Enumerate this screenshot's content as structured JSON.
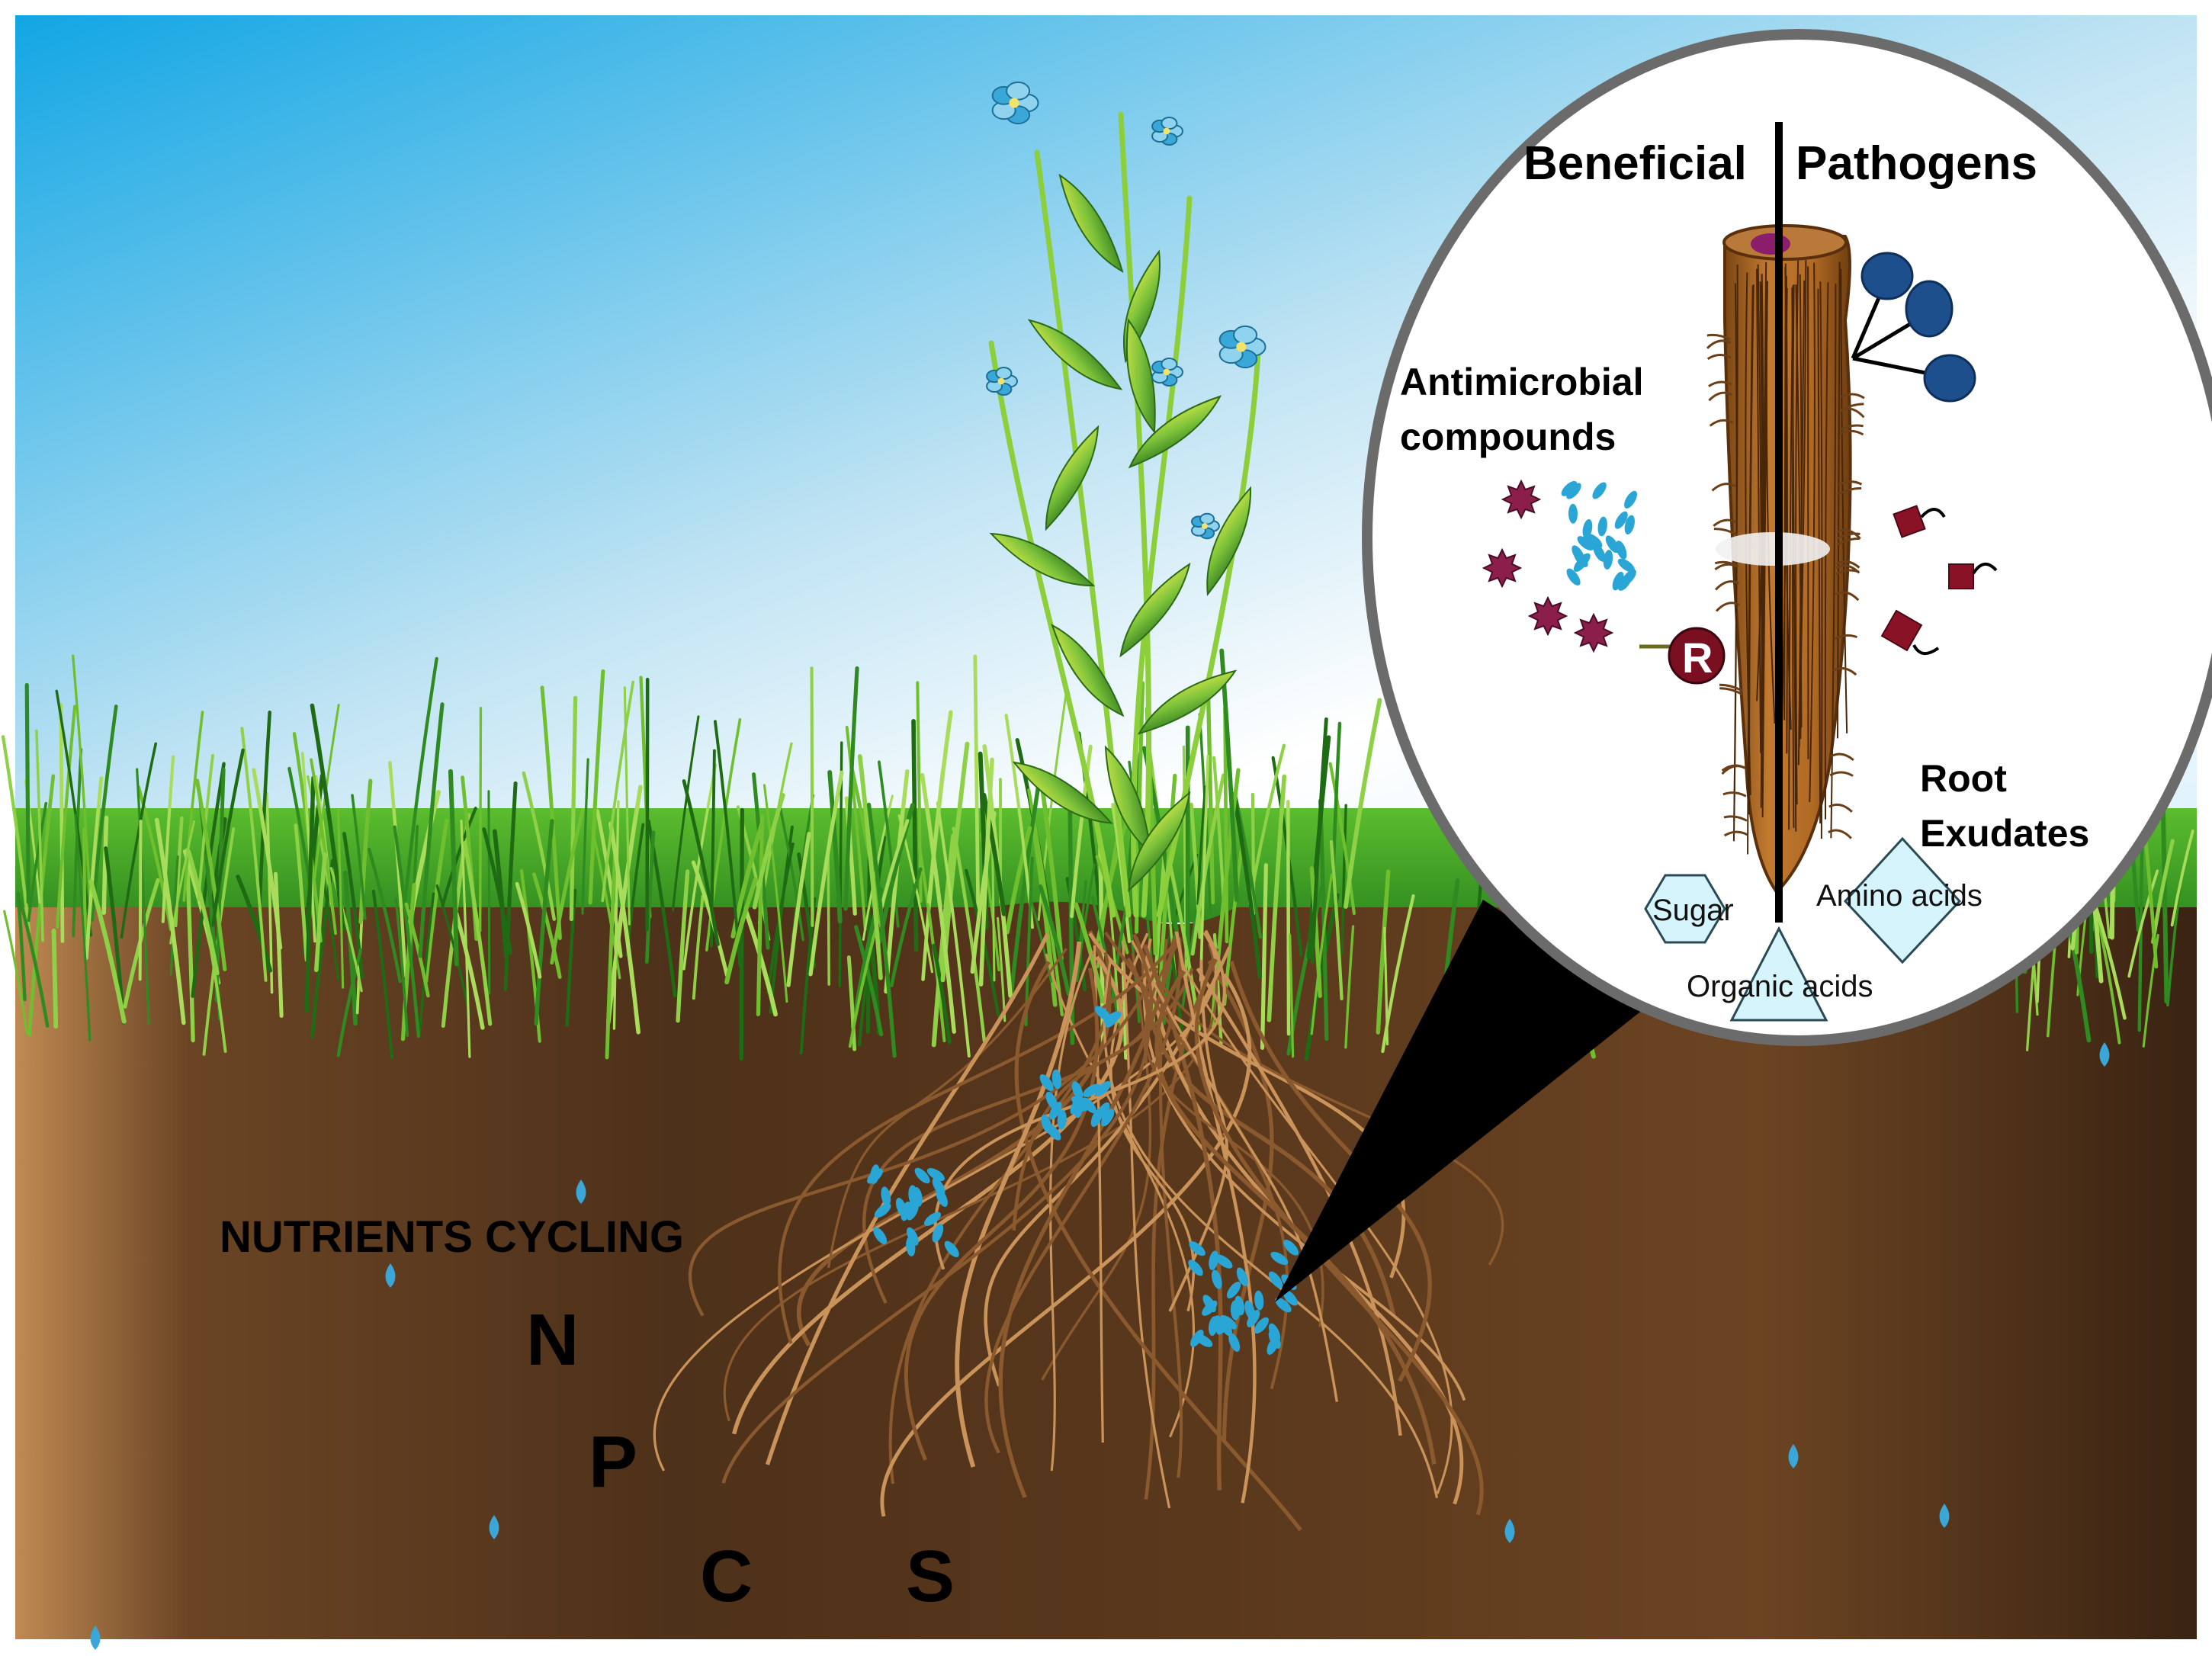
{
  "soil_panel": {
    "title": "NUTRIENTS CYCLING",
    "elements": [
      "N",
      "P",
      "C",
      "S"
    ]
  },
  "zoom_panel": {
    "left_heading": "Beneficial",
    "right_heading": "Pathogens",
    "antimicrobial_line1": "Antimicrobial",
    "antimicrobial_line2": "compounds",
    "receptor_label": "R",
    "exudates_line1": "Root",
    "exudates_line2": "Exudates",
    "sugar": "Sugar",
    "amino_acids": "Amino acids",
    "organic_acids": "Organic acids"
  },
  "colors": {
    "sky_top": "#1aa9e6",
    "sky_bottom": "#ffffff",
    "grass": "#3f9b2a",
    "soil": "#5a3a1e",
    "microbe": "#2aa6d6",
    "antimicrobial": "#8b1e4a",
    "pathogen": "#1f4f8f",
    "root": "#b5722e"
  },
  "icons": [
    "plant-icon",
    "flower-icon",
    "root-system-icon",
    "microbe-icon",
    "water-drop-icon",
    "star-molecule-icon",
    "receptor-icon",
    "pathogen-cell-icon",
    "hexagon-icon",
    "diamond-icon",
    "triangle-icon"
  ]
}
